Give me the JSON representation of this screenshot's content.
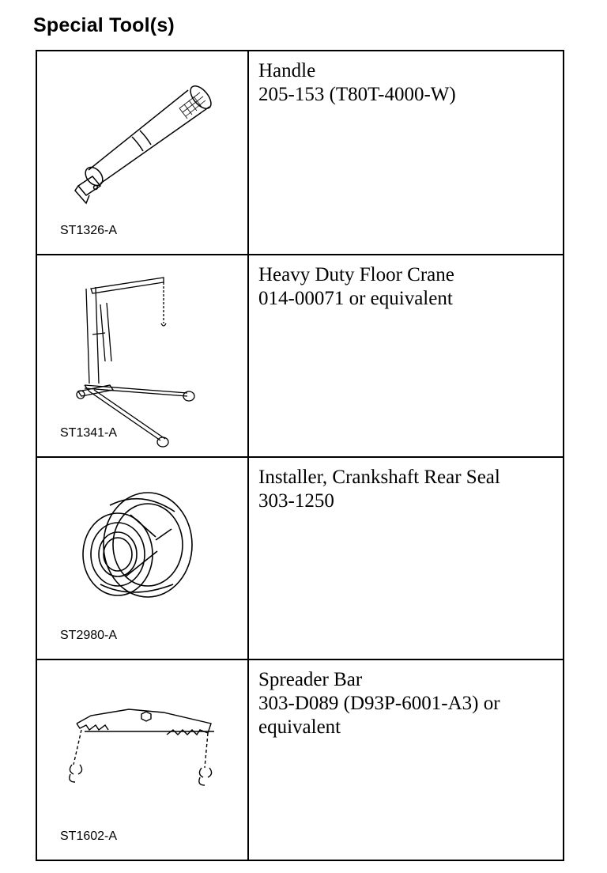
{
  "page": {
    "heading": "Special Tool(s)"
  },
  "tools": [
    {
      "code": "ST1326-A",
      "icon": "handle-illustration",
      "name": "Handle",
      "number_lines": [
        "205-153 (T80T-4000-W)"
      ]
    },
    {
      "code": "ST1341-A",
      "icon": "floor-crane-illustration",
      "name": "Heavy Duty Floor Crane",
      "number_lines": [
        "014-00071 or equivalent"
      ]
    },
    {
      "code": "ST2980-A",
      "icon": "seal-installer-illustration",
      "name": "Installer, Crankshaft Rear Seal",
      "number_lines": [
        "303-1250"
      ]
    },
    {
      "code": "ST1602-A",
      "icon": "spreader-bar-illustration",
      "name": "Spreader Bar",
      "number_lines": [
        "303-D089 (D93P-6001-A3) or",
        "equivalent"
      ]
    }
  ]
}
